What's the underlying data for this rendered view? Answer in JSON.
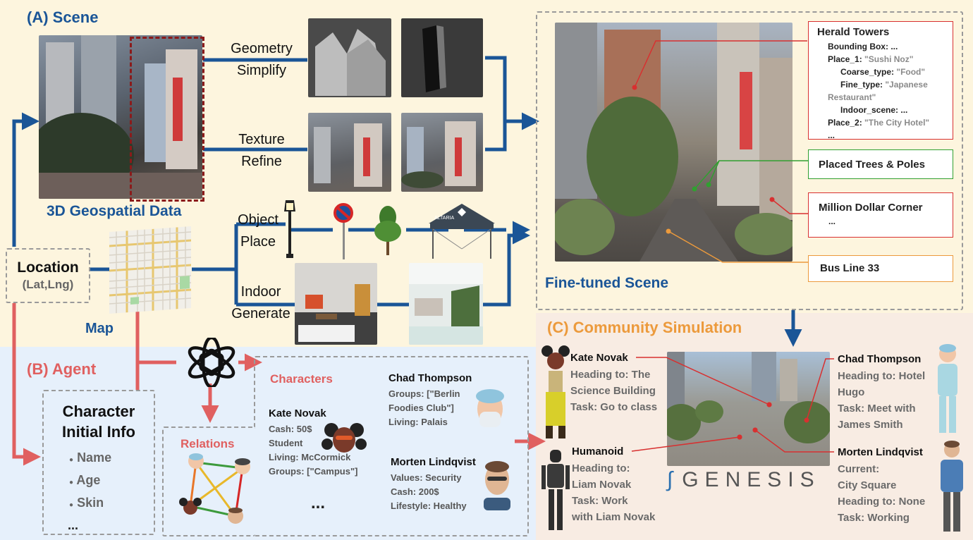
{
  "scene": {
    "title": "(A) Scene",
    "geo_label": "3D Geospatial Data",
    "geometry_label": [
      "Geometry",
      "Simplify"
    ],
    "texture_label": [
      "Texture",
      "Refine"
    ],
    "object_label": [
      "Object",
      "Place"
    ],
    "indoor_label": [
      "Indoor",
      "Generate"
    ],
    "location": "Location",
    "latlng": "(Lat,Lng)",
    "map": "Map",
    "fine_tuned": "Fine-tuned Scene",
    "tent_text": "ALTARIA",
    "herald": {
      "title": "Herald Towers",
      "bbox_key": "Bounding Box:",
      "bbox_val": "...",
      "place1_key": "Place_1:",
      "place1_val": "\"Sushi Noz\"",
      "coarse_key": "Coarse_type:",
      "coarse_val": "\"Food\"",
      "fine_key": "Fine_type:",
      "fine_val1": "\"Japanese",
      "fine_val2": "Restaurant\"",
      "indoor_key": "Indoor_scene:",
      "indoor_val": "...",
      "place2_key": "Place_2:",
      "place2_val": "\"The City Hotel\"",
      "more": "..."
    },
    "trees_poles": "Placed Trees & Poles",
    "million": "Million Dollar Corner",
    "million_more": "...",
    "bus": "Bus Line 33"
  },
  "agent": {
    "title": "(B) Agent",
    "init_title": [
      "Character",
      "Initial Info"
    ],
    "init_items": [
      "Name",
      "Age",
      "Skin"
    ],
    "init_more": "...",
    "relations": "Relations",
    "characters": "Characters",
    "kate": {
      "name": "Kate Novak",
      "lines": [
        "Cash: 50$",
        "Student",
        "Living: McCormick",
        "Groups: [\"Campus\"]"
      ]
    },
    "chad": {
      "name": "Chad Thompson",
      "lines": [
        "Groups: [\"Berlin",
        "Foodies Club\"]",
        "Living: Palais"
      ]
    },
    "morten": {
      "name": "Morten Lindqvist",
      "lines": [
        "Values: Security",
        "Cash: 200$",
        "Lifestyle: Healthy"
      ]
    },
    "more": "..."
  },
  "community": {
    "title": "(C) Community Simulation",
    "kate": {
      "name": "Kate Novak",
      "lines": [
        "Heading to: The",
        "Science Building",
        "Task: Go to class"
      ]
    },
    "humanoid": {
      "name": "Humanoid",
      "lines": [
        "Heading to:",
        "Liam Novak",
        "Task: Work",
        "with Liam Novak"
      ]
    },
    "chad": {
      "name": "Chad Thompson",
      "lines": [
        "Heading to: Hotel",
        "Hugo",
        "Task: Meet with",
        "James Smith"
      ]
    },
    "morten": {
      "name": "Morten Lindqvist",
      "lines": [
        "Current:",
        "City Square",
        "Heading to: None",
        "Task: Working"
      ]
    },
    "genesis": "GENESIS"
  },
  "colors": {
    "blue": "#1a5597",
    "red": "#e06060",
    "orange": "#ec9a3c",
    "panel_a": "#fdf5de",
    "panel_b": "#e6f0fb",
    "panel_c": "#f8ece3"
  }
}
